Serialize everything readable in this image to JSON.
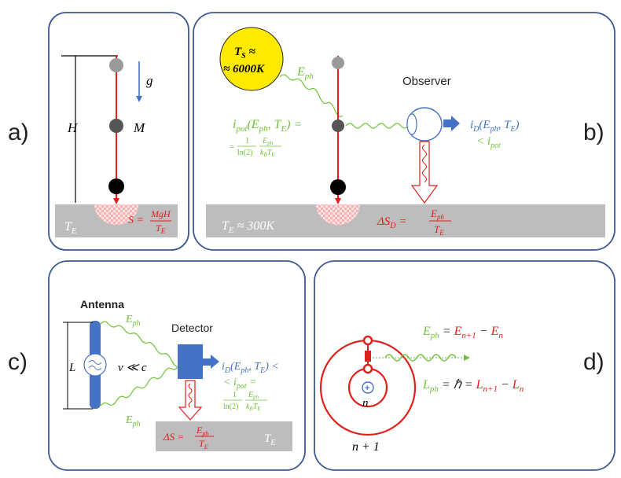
{
  "colors": {
    "panel_border": "#3d5a8f",
    "red": "#e0201c",
    "green": "#6fc23b",
    "blue": "#4472c4",
    "ground": "#bdbdbd",
    "sun": "#ffea00",
    "black": "#000000"
  },
  "panel_labels": {
    "a": "a)",
    "b": "b)",
    "c": "c)",
    "d": "d)"
  },
  "panel_a": {
    "H": "H",
    "g": "g",
    "M": "M",
    "T": "T",
    "T_sub": "E",
    "S_lhs": "S =",
    "S_num": "MgH",
    "S_den": "T",
    "S_den_sub": "E"
  },
  "panel_b": {
    "sun_line1": "T",
    "sun_line1_sub": "S",
    "sun_line1_rest": " ≈",
    "sun_line2": "≈ 6000K",
    "E": "E",
    "E_sub": "ph",
    "observer": "Observer",
    "ipot_lhs": "i",
    "ipot_lhs_sub": "pot",
    "ipot_args": "(E",
    "ipot_args_sub": "ph",
    "ipot_args_rest": ", T",
    "ipot_args_sub2": "E",
    "ipot_close": ") =",
    "eq_prefix": "=",
    "frac1_num": "1",
    "frac1_den": "ln(2)",
    "frac2_num": "E",
    "frac2_num_sub": "ph",
    "frac2_den": "k",
    "frac2_den_sub": "B",
    "frac2_den_rest": "T",
    "frac2_den_sub2": "E",
    "iD": "i",
    "iD_sub": "D",
    "iD_args": "(E",
    "iD_args_sub": "ph",
    "iD_args_rest": ", T",
    "iD_args_sub2": "E",
    "iD_close": ")",
    "lt": "< i",
    "lt_sub": "pot",
    "ground_T": "T",
    "ground_T_sub": "E",
    "ground_T_rest": " ≈ 300K",
    "dS": "ΔS",
    "dS_sub": "D",
    "dS_eq": " =",
    "dS_num": "E",
    "dS_num_sub": "ph",
    "dS_den": "T",
    "dS_den_sub": "E"
  },
  "panel_c": {
    "antenna": "Antenna",
    "detector": "Detector",
    "E": "E",
    "E_sub": "ph",
    "L": "L",
    "vc": "v ≪ c",
    "iD": "i",
    "iD_sub": "D",
    "iD_args": "(E",
    "iD_args_sub": "ph",
    "iD_args_rest": ", T",
    "iD_args_sub2": "E",
    "iD_close": ") <",
    "lt": "< i",
    "lt_sub": "pot",
    "lt_eq": " =",
    "frac1_num": "1",
    "frac1_den": "ln(2)",
    "frac2_num": "E",
    "frac2_num_sub": "ph",
    "frac2_den": "k",
    "frac2_den_sub": "B",
    "frac2_den_rest": "T",
    "frac2_den_sub2": "E",
    "dS": "ΔS =",
    "dS_num": "E",
    "dS_num_sub": "ph",
    "dS_den": "T",
    "dS_den_sub": "E",
    "ground_T": "T",
    "ground_T_sub": "E"
  },
  "panel_d": {
    "Eph": "E",
    "Eph_sub": "ph",
    "eq1": " = ",
    "E1": "E",
    "E1_sub": "n+1",
    "minus1": " − ",
    "E2": "E",
    "E2_sub": "n",
    "Lph": "L",
    "Lph_sub": "ph",
    "eq2": " = ℏ = ",
    "L1": "L",
    "L1_sub": "n+1",
    "minus2": " − ",
    "L2": "L",
    "L2_sub": "n",
    "n": "n",
    "n1": "n + 1",
    "plus": "+"
  }
}
